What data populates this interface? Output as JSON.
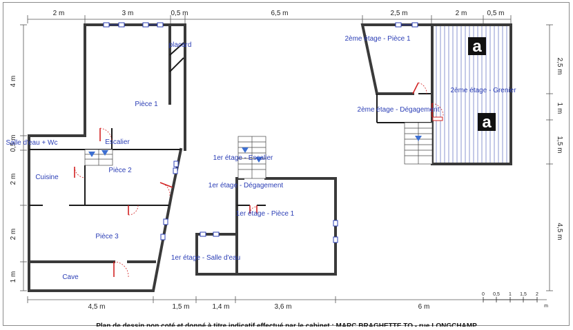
{
  "plan": {
    "top_dims": [
      "2 m",
      "3 m",
      "0,5 m",
      "6,5 m",
      "2,5 m",
      "2 m",
      "0,5 m"
    ],
    "bottom_dims": [
      "4,5 m",
      "1,5 m",
      "1,4 m",
      "3,6 m",
      "6 m"
    ],
    "left_dims": [
      "4 m",
      "0,5 m",
      "2 m",
      "2 m",
      "1 m"
    ],
    "right_dims": [
      "2,5 m",
      "1 m",
      "1,5 m",
      "4,5 m"
    ],
    "scale": {
      "labels": [
        "0",
        "0,5",
        "1",
        "1,5",
        "2"
      ],
      "unit": "m"
    },
    "rooms": {
      "placard": "placard",
      "piece1": "Pièce 1",
      "sdb": "Salle d'eau + Wc",
      "escalier": "Escalier",
      "cuisine": "Cuisine",
      "piece2": "Pièce 2",
      "piece3": "Pièce 3",
      "cave": "Cave",
      "e1_escalier": "1er étage - Escalier",
      "e1_degagement": "1er étage - Dégagement",
      "e1_piece1": "1er étage - Pièce 1",
      "e1_sdb": "1er étage - Salle d'eau",
      "e2_piece1": "2ème étage - Pièce 1",
      "e2_grenier": "2ème étage - Grenier",
      "e2_degagement": "2ème étage - Dégagement"
    },
    "markers": {
      "top": "a",
      "bottom": "a"
    },
    "caption": "Plan de dessin non coté et donné à titre indicatif effectué par le cabinet : MARC BRAGHETTE TO - rue LONGCHAMP"
  },
  "colors": {
    "room_label": "#2a3db5",
    "wall": "#3a3a3a",
    "door": "#d22222",
    "window": "#2a3db5"
  }
}
